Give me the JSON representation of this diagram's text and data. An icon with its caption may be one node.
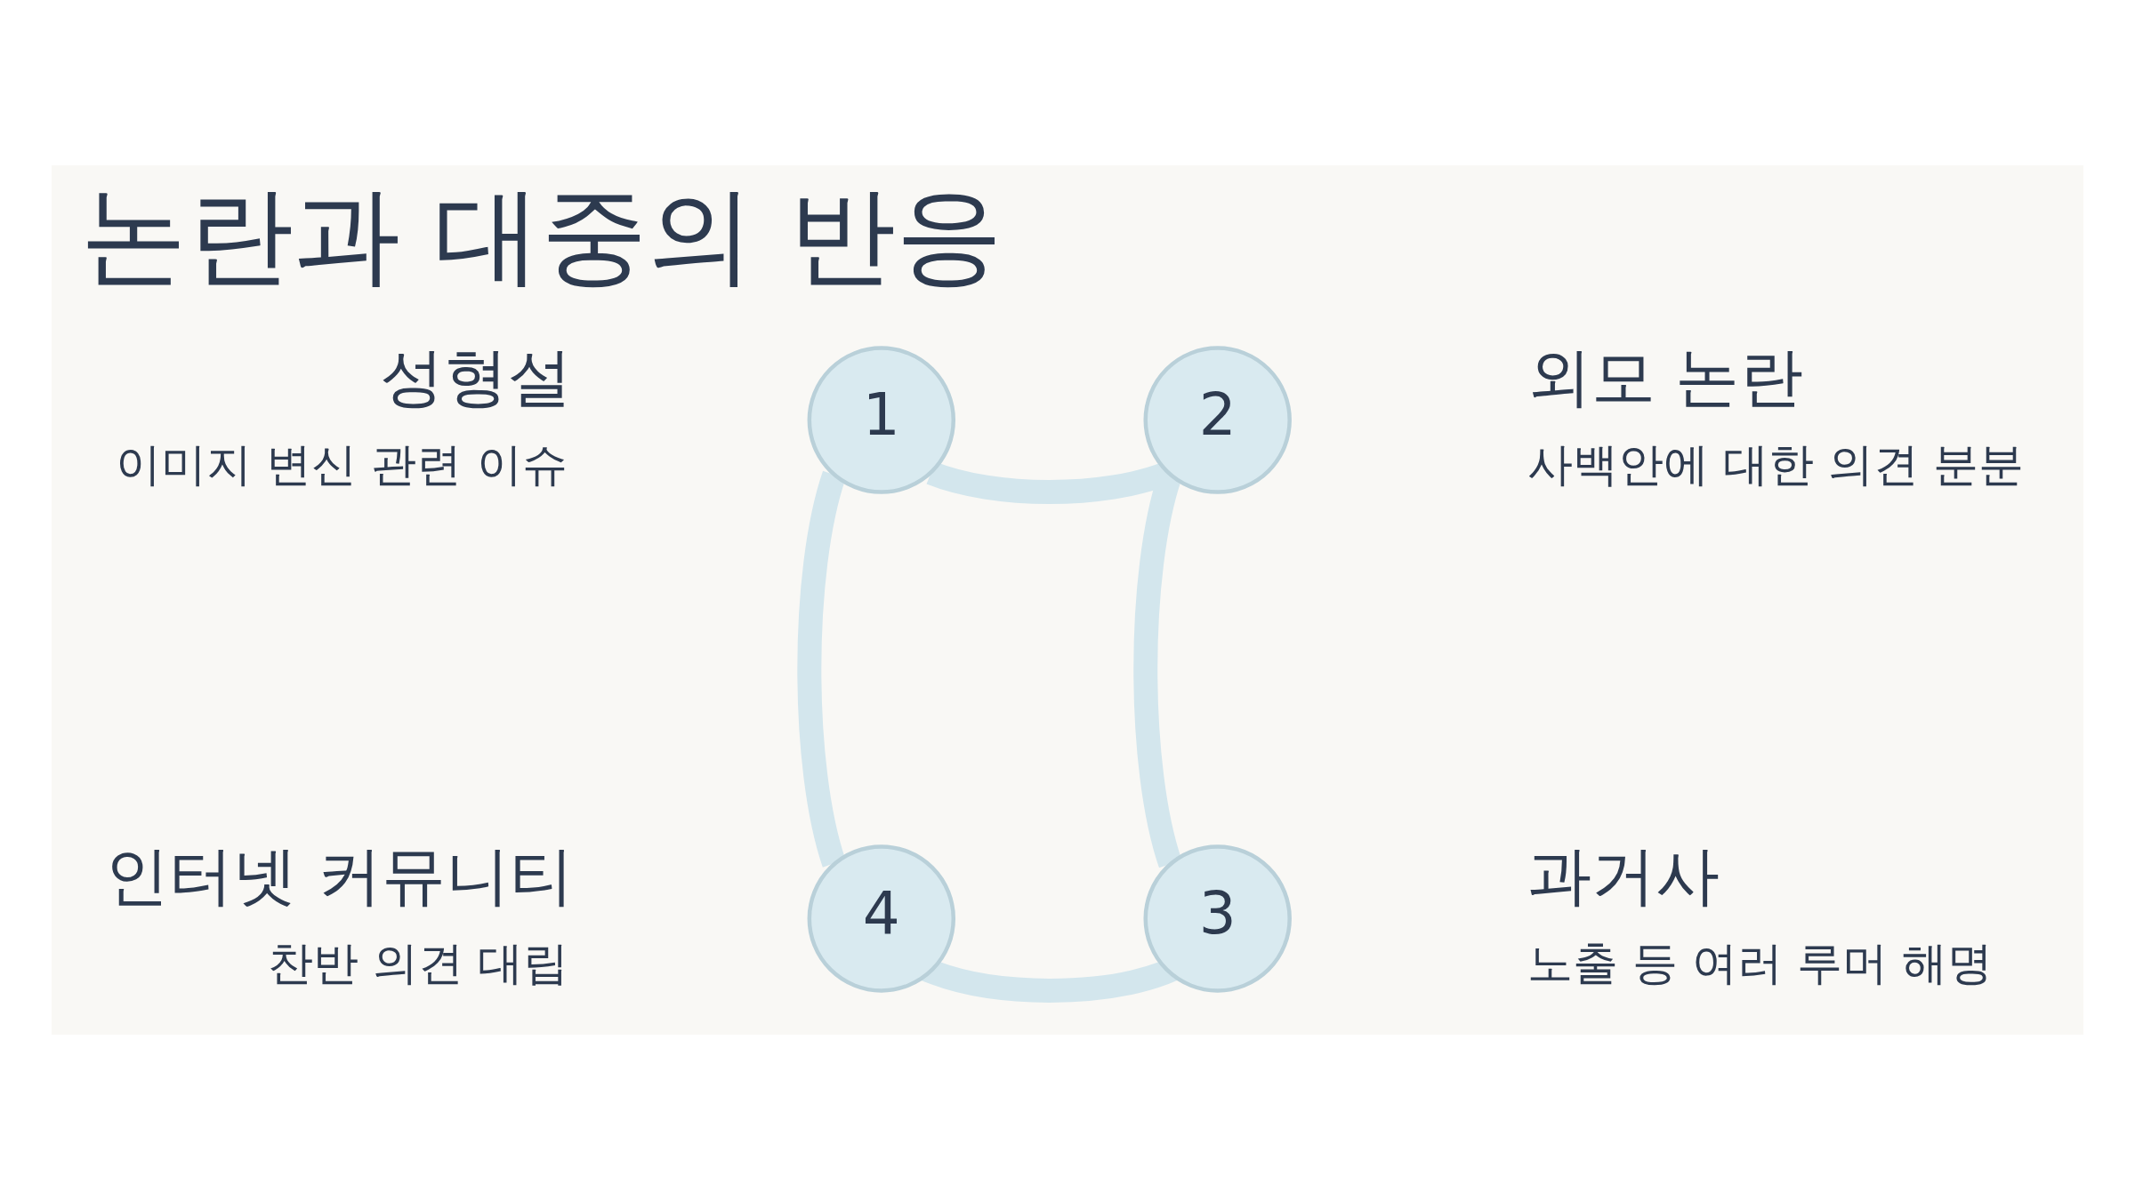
{
  "diagram": {
    "title": "논란과 대중의 반응",
    "nodes": [
      {
        "text": [
          "1"
        ],
        "beside": [
          "성형설",
          "이미지 변신 관련 이슈"
        ]
      },
      {
        "text": [
          "2"
        ],
        "beside": [
          "외모 논란",
          "사백안에 대한 의견 분분"
        ]
      },
      {
        "text": [
          "3"
        ],
        "beside": [
          "과거사",
          "노출 등 여러 루머 해명"
        ]
      },
      {
        "text": [
          "4"
        ],
        "beside": [
          "인터넷 커뮤니티",
          "찬반 의견 대립"
        ]
      }
    ],
    "edges": [
      {
        "from": 0,
        "to": 1,
        "arrow": "none"
      },
      {
        "from": 1,
        "to": 2,
        "arrow": "none"
      },
      {
        "from": 2,
        "to": 3,
        "arrow": "none"
      },
      {
        "from": 3,
        "to": 0,
        "arrow": "none"
      }
    ]
  }
}
